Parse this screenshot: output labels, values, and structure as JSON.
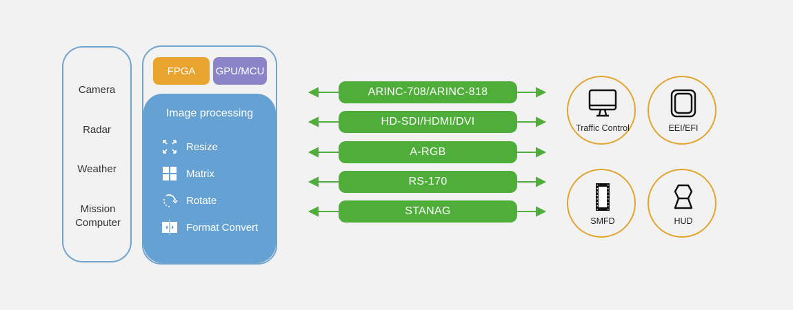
{
  "sources": {
    "items": [
      "Camera",
      "Radar",
      "Weather",
      "Mission Computer"
    ]
  },
  "processor": {
    "chips": [
      {
        "label": "FPGA",
        "color": "#e8a42f"
      },
      {
        "label": "GPU/MCU",
        "color": "#8b84c9"
      }
    ],
    "panel_title": "Image processing",
    "features": [
      {
        "label": "Resize",
        "icon": "resize-icon"
      },
      {
        "label": "Matrix",
        "icon": "matrix-icon"
      },
      {
        "label": "Rotate",
        "icon": "rotate-icon"
      },
      {
        "label": "Format Convert",
        "icon": "format-convert-icon"
      }
    ]
  },
  "interfaces": [
    "ARINC-708/ARINC-818",
    "HD-SDI/HDMI/DVI",
    "A-RGB",
    "RS-170",
    "STANAG"
  ],
  "displays": [
    {
      "label": "Traffic Control",
      "icon": "monitor-icon"
    },
    {
      "label": "EEI/EFI",
      "icon": "square-display-icon"
    },
    {
      "label": "SMFD",
      "icon": "film-strip-icon"
    },
    {
      "label": "HUD",
      "icon": "hud-icon"
    }
  ],
  "colors": {
    "interface_green": "#4fae3a",
    "display_ring": "#e3a42e",
    "panel_blue": "#65a1d2",
    "outline_blue": "#6fa3d2"
  }
}
